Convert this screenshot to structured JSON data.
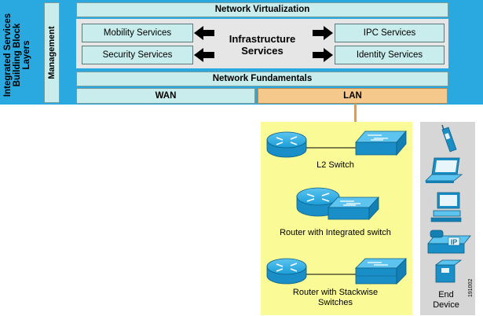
{
  "left_label": "Integrated Services Building Block Layers",
  "management": "Management",
  "network_virtualization": "Network Virtualization",
  "infrastructure_services": "Infrastructure Services",
  "services": {
    "mobility": "Mobility Services",
    "security": "Security Services",
    "ipc": "IPC Services",
    "identity": "Identity Services"
  },
  "network_fundamentals": "Network Fundamentals",
  "wan": "WAN",
  "lan": "LAN",
  "devices": {
    "l2_switch": "L2 Switch",
    "router_integrated": "Router with Integrated switch",
    "router_stackwise_line1": "Router with Stackwise",
    "router_stackwise_line2": "Switches"
  },
  "end_device_line1": "End",
  "end_device_line2": "Device",
  "figure_id": "191002",
  "colors": {
    "header_band": "#2aa9e0",
    "layer_box": "#c9ecec",
    "lan": "#f5c98c",
    "lan_zone": "#fafa96",
    "end_device_zone": "#d6d6d6",
    "device_blue": "#1a9ed9"
  }
}
